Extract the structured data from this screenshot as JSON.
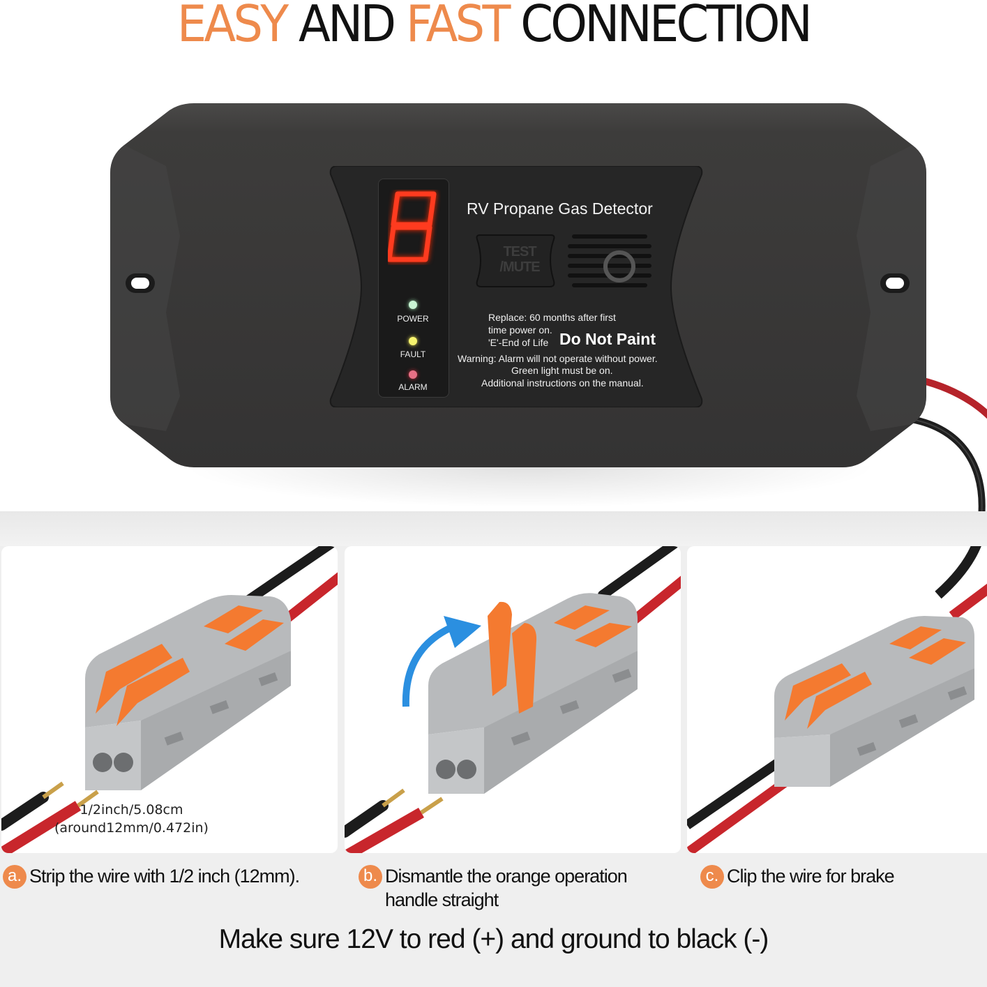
{
  "headline": {
    "parts": [
      {
        "text": "EASY ",
        "color": "#ee8a4c"
      },
      {
        "text": "AND ",
        "color": "#111111"
      },
      {
        "text": "FAST ",
        "color": "#ee8a4c"
      },
      {
        "text": "CONNECTION",
        "color": "#111111"
      }
    ]
  },
  "device": {
    "title": "RV Propane Gas Detector",
    "display_digit": "8",
    "test_button": {
      "line1": "TEST",
      "line2": "/MUTE"
    },
    "indicators": [
      {
        "label": "POWER",
        "color": "#b9f0c8"
      },
      {
        "label": "FAULT",
        "color": "#f3f06a"
      },
      {
        "label": "ALARM",
        "color": "#e0506a"
      }
    ],
    "replace_line1": "Replace:  60 months after first",
    "replace_line2": "time power on.",
    "eol_label": "'E'-End of Life",
    "do_not_paint": "Do Not Paint",
    "warning_line1": "Warning:  Alarm will not operate without power.",
    "warning_line2": "Green light must be on.",
    "warning_line3": "Additional instructions on the manual."
  },
  "steps": [
    {
      "badge": "a.",
      "text": "Strip the wire with 1/2 inch (12mm).",
      "measure_line1": "1/2inch/5.08cm",
      "measure_line2": "(around12mm/0.472in)"
    },
    {
      "badge": "b.",
      "text_line1": "Dismantle the orange operation",
      "text_line2": "handle straight"
    },
    {
      "badge": "c.",
      "text": "Clip the wire for brake"
    }
  ],
  "footer_note": "Make sure 12V to red (+) and ground to black (-)",
  "colors": {
    "accent_orange": "#ee8a4c",
    "device_body": "#3b3a3a",
    "faceplate": "#262626",
    "wire_red": "#c8262c",
    "wire_black": "#1c1c1c",
    "connector_gray": "#b8babc",
    "lever_orange": "#f47a30",
    "arrow_blue": "#2b8fe0"
  }
}
